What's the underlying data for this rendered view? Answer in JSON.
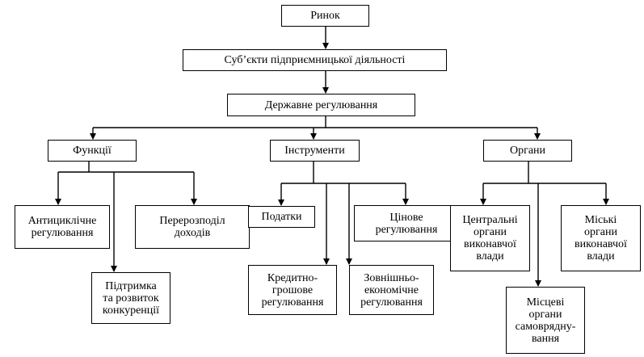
{
  "nodes": {
    "market": "Ринок",
    "subjects": "Суб’єкти підприємницької діяльності",
    "state_regulation": "Державне регулювання",
    "functions": "Функції",
    "instruments": "Інструменти",
    "bodies": "Органи",
    "anticyclic": "Антициклічне\nрегулювання",
    "redistribution": "Перерозподіл\nдоходів",
    "competition": "Підтримка\nта розвиток\nконкуренції",
    "taxes": "Податки",
    "price_regulation": "Цінове\nрегулювання",
    "credit_monetary": "Кредитно-\nгрошове\nрегулювання",
    "foreign_economic": "Зовнішньо-\nекономічне\nрегулювання",
    "central_bodies": "Центральні\nоргани\nвиконавчої\nвлади",
    "city_bodies": "Міські\nоргани\nвиконавчої\nвлади",
    "local_self_gov": "Місцеві\nоргани\nсамоврядну-\nвання"
  }
}
